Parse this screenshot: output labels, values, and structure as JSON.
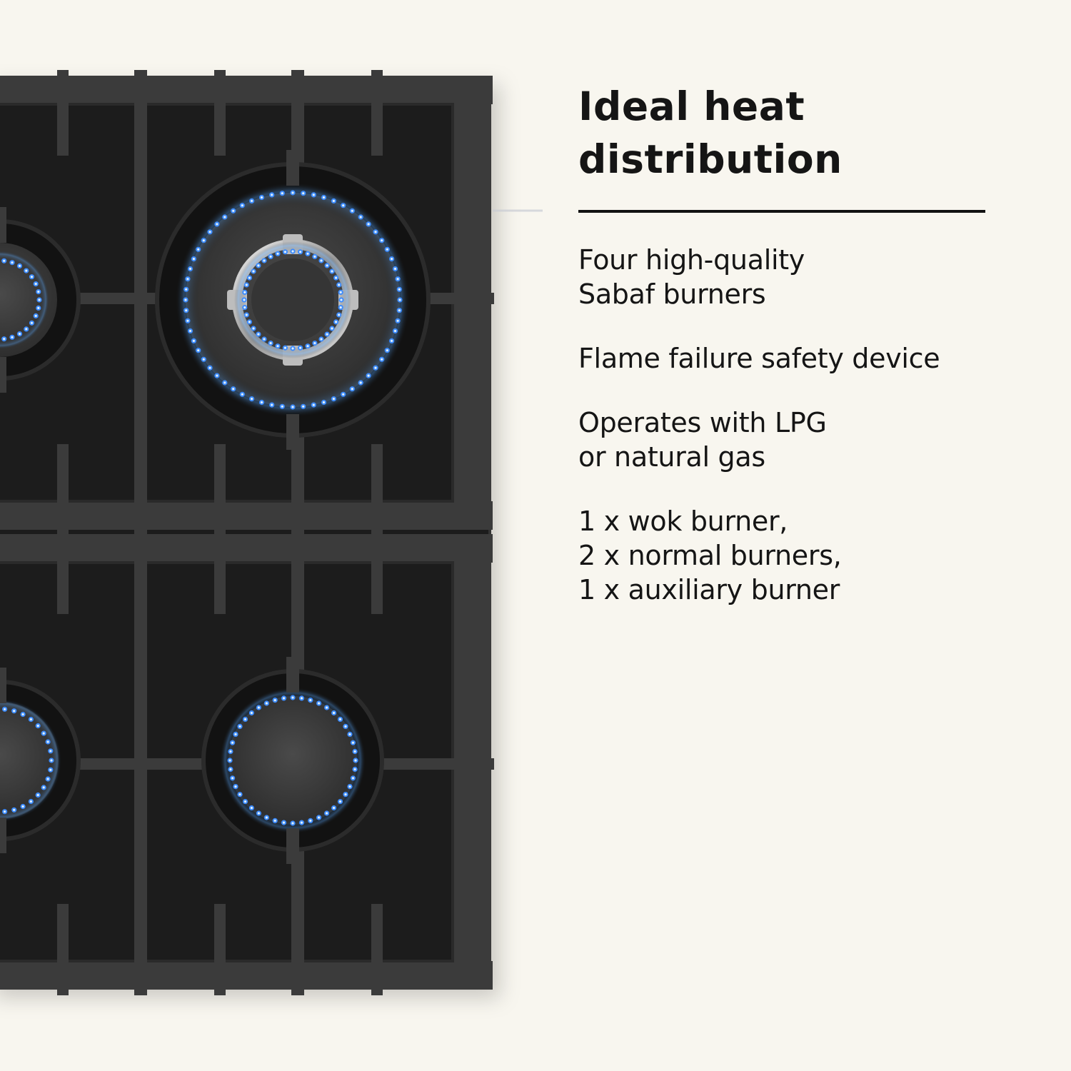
{
  "headline": {
    "lines": [
      "Ideal heat",
      "distribution"
    ]
  },
  "features": [
    {
      "lines": [
        "Four high-quality",
        "Sabaf burners"
      ]
    },
    {
      "lines": [
        "Flame failure safety device"
      ]
    },
    {
      "lines": [
        "Operates with LPG",
        "or natural gas"
      ]
    },
    {
      "lines": [
        "1 x wok burner,",
        "2 x normal burners,",
        "1 x auxiliary burner"
      ]
    }
  ],
  "colors": {
    "background": "#f8f6ef",
    "hob_glass": "#1a1a1a",
    "grate": "#3b3b3b",
    "flame": "#3d8cff",
    "text": "#151515"
  },
  "burners": [
    {
      "type": "wok",
      "flame_state": "on"
    },
    {
      "type": "normal",
      "flame_state": "on"
    },
    {
      "type": "normal",
      "flame_state": "on"
    },
    {
      "type": "auxiliary",
      "flame_state": "on"
    }
  ]
}
